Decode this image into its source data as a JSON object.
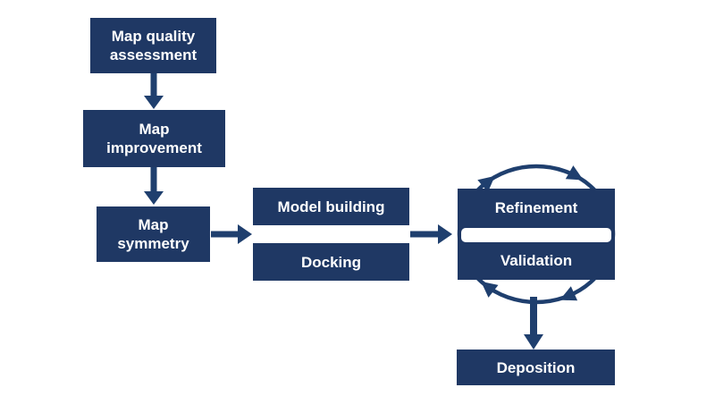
{
  "colors": {
    "node_fill": "#1f3864",
    "arrow": "#1f3f6e",
    "node_text": "#ffffff",
    "background": "#ffffff"
  },
  "diagram": {
    "type": "flowchart",
    "nodes": {
      "map_quality": {
        "label": "Map quality\nassessment"
      },
      "map_improvement": {
        "label": "Map\nimprovement"
      },
      "map_symmetry": {
        "label": "Map\nsymmetry"
      },
      "model_building": {
        "label": "Model building"
      },
      "docking": {
        "label": "Docking"
      },
      "refinement": {
        "label": "Refinement"
      },
      "validation": {
        "label": "Validation"
      },
      "deposition": {
        "label": "Deposition"
      }
    },
    "edges": [
      {
        "from": "Map quality assessment",
        "to": "Map improvement",
        "direction": "down"
      },
      {
        "from": "Map improvement",
        "to": "Map symmetry",
        "direction": "down"
      },
      {
        "from": "Map symmetry",
        "to": "Model building / Docking",
        "direction": "right"
      },
      {
        "from": "Model building / Docking",
        "to": "Refinement / Validation",
        "direction": "right"
      },
      {
        "from": "Refinement / Validation",
        "to": "Deposition",
        "direction": "down"
      }
    ],
    "cycle": {
      "nodes": [
        "Refinement",
        "Validation"
      ],
      "direction": "clockwise",
      "arrowhead_count": 4
    }
  }
}
